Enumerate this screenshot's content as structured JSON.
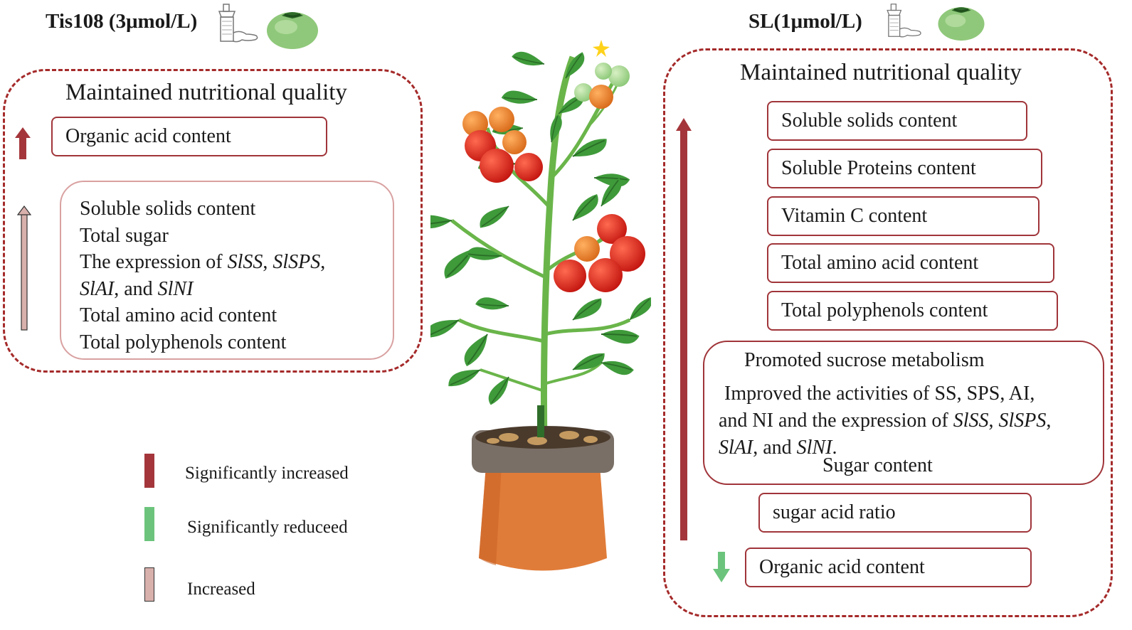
{
  "left": {
    "title": "Tis108 (3μmol/L)",
    "heading": "Maintained nutritional quality",
    "organic_acid": "Organic acid content",
    "increased_items": [
      "Soluble solids content",
      "Total sugar",
      "Total amino acid content",
      "Total polyphenols content"
    ],
    "expression_line": {
      "prefix": "The expression of ",
      "g1": "SlSS",
      "sep1": ", ",
      "g2": "SlSPS",
      "sep2": ",",
      "g3": "SlAI",
      "sep3": ", and ",
      "g4": "SlNI"
    }
  },
  "right": {
    "title": "SL(1μmol/L)",
    "heading": "Maintained nutritional quality",
    "boxes": [
      "Soluble solids content",
      "Soluble Proteins content",
      "Vitamin C content",
      "Total amino acid content",
      "Total polyphenols content"
    ],
    "sucrose": {
      "title": "Promoted sucrose metabolism",
      "line1": "Improved the activities of SS, SPS, AI,",
      "line2_prefix": "and NI and the expression of ",
      "g1": "SlSS",
      "sep1": ", ",
      "g2": "SlSPS",
      "sep2": ",",
      "g3": "SlAI",
      "sep3": ", and ",
      "g4": "SlNI",
      "end": ".",
      "sugar": "Sugar content"
    },
    "sugar_acid_ratio": "sugar acid ratio",
    "organic_acid": "Organic acid content"
  },
  "legend": [
    {
      "label": "Significantly increased",
      "color": "#a4363b"
    },
    {
      "label": "Significantly reduceed",
      "color": "#6cc47c"
    },
    {
      "label": "Increased",
      "color": "#d8b0ac"
    }
  ],
  "colors": {
    "dashed_border": "#a52a2a",
    "significant_increase": "#a4363b",
    "significant_decrease": "#6cc47c",
    "increase": "#d8b0ac"
  },
  "icons": [
    "spray-bottle-icon",
    "green-tomato-icon",
    "tomato-plant-illustration"
  ]
}
